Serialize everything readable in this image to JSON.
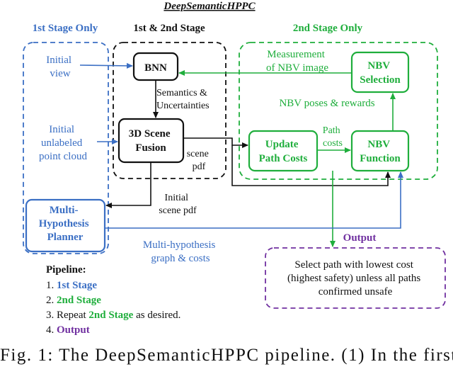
{
  "title": "DeepSemanticHPPC",
  "colors": {
    "blue": "#3b6fc4",
    "green": "#1fae3c",
    "purple": "#7030a0",
    "black": "#111111"
  },
  "stages": {
    "first": "1st Stage Only",
    "both": "1st & 2nd Stage",
    "second": "2nd Stage Only"
  },
  "nodes": {
    "bnn": "BNN",
    "fusion": [
      "3D Scene",
      "Fusion"
    ],
    "update": [
      "Update",
      "Path Costs"
    ],
    "nbv_function": [
      "NBV",
      "Function"
    ],
    "nbv_selection": [
      "NBV",
      "Selection"
    ],
    "planner": [
      "Multi-",
      "Hypothesis",
      "Planner"
    ]
  },
  "labels": {
    "initial_view": [
      "Initial",
      "view"
    ],
    "initial_cloud": [
      "Initial",
      "unlabeled",
      "point cloud"
    ],
    "semantics": [
      "Semantics &",
      "Uncertainties"
    ],
    "scene_pdf": [
      "scene",
      "pdf"
    ],
    "initial_scene_pdf": [
      "Initial",
      "scene pdf"
    ],
    "measurement": [
      "Measurement",
      "of NBV image"
    ],
    "nbv_poses": "NBV poses & rewards",
    "path_costs": [
      "Path",
      "costs"
    ],
    "multi_graph": [
      "Multi-hypothesis",
      "graph & costs"
    ],
    "output_heading": "Output",
    "output_box": [
      "Select path with lowest cost",
      "(highest safety) unless all paths",
      "confirmed unsafe"
    ]
  },
  "pipeline": {
    "heading": "Pipeline:",
    "step1_num": "1.",
    "step1_text": "1st Stage",
    "step2_num": "2.",
    "step2_text": "2nd Stage",
    "step3_num": "3. Repeat",
    "step3_mid": "2nd Stage",
    "step3_end": "as desired.",
    "step4_num": "4.",
    "step4_text": "Output"
  },
  "caption": "Fig. 1: The DeepSemanticHPPC pipeline. (1) In the first"
}
